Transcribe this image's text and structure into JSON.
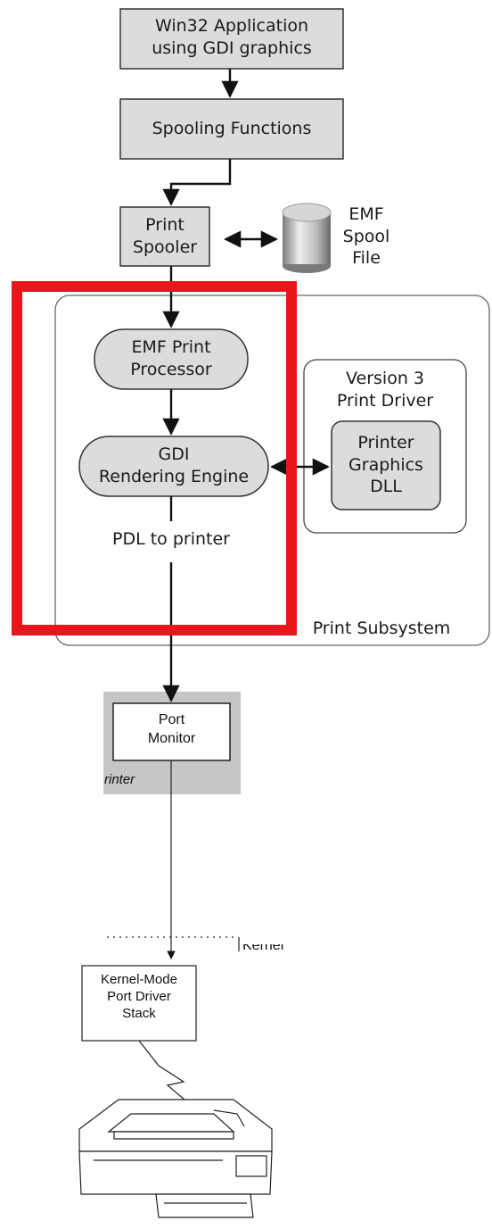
{
  "nodes": {
    "win32_app": "Win32 Application\nusing GDI graphics",
    "spooling_functions": "Spooling Functions",
    "print_spooler": "Print\nSpooler",
    "emf_spool_file": "EMF\nSpool\nFile",
    "emf_print_processor": "EMF Print\nProcessor",
    "gdi_rendering_engine": "GDI\nRendering Engine",
    "version3_print_driver": "Version 3\nPrint Driver",
    "printer_graphics_dll": "Printer\nGraphics\nDLL",
    "pdl_to_printer": "PDL to printer",
    "print_subsystem": "Print Subsystem",
    "port_monitor": "Port\nMonitor",
    "printer_fragment": "rinter",
    "kernel_fragment": "Kernel",
    "kernel_mode_port_driver": "Kernel-Mode\nPort Driver\nStack"
  },
  "colors": {
    "box_fill": "#dcdcdc",
    "box_stroke": "#333333",
    "highlight": "#e8151b",
    "band_fill": "#c6c6c6"
  },
  "highlight_label": ""
}
